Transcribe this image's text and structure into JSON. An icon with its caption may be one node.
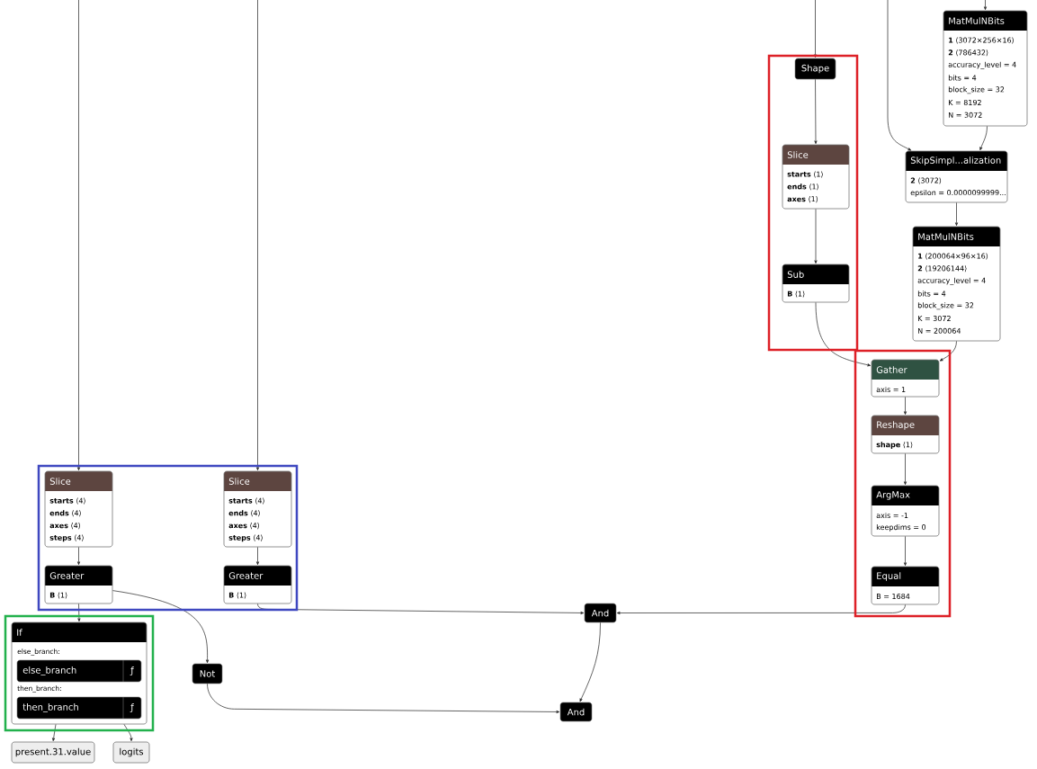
{
  "diagram": {
    "nodes": [
      {
        "text": [
          "MatMulNBits",
          "**1** ⟨3072×256×16⟩",
          "**2** ⟨786432⟩",
          "accuracy_level = 4",
          "bits = 4",
          "block_size = 32",
          "K = 8192",
          "N = 3072"
        ]
      },
      {
        "text": [
          "Shape"
        ]
      },
      {
        "text": [
          "Slice",
          "**starts** ⟨1⟩",
          "**ends** ⟨1⟩",
          "**axes** ⟨1⟩"
        ]
      },
      {
        "text": [
          "SkipSimpl...alization",
          "**2** ⟨3072⟩",
          "epsilon = 0.0000099999..."
        ]
      },
      {
        "text": [
          "MatMulNBits",
          "**1** ⟨200064×96×16⟩",
          "**2** ⟨19206144⟩",
          "accuracy_level = 4",
          "bits = 4",
          "block_size = 32",
          "K = 3072",
          "N = 200064"
        ]
      },
      {
        "text": [
          "Sub",
          "**B** ⟨1⟩"
        ]
      },
      {
        "text": [
          "Gather",
          "axis = 1"
        ]
      },
      {
        "text": [
          "Reshape",
          "**shape** ⟨1⟩"
        ]
      },
      {
        "text": [
          "ArgMax",
          "axis = -1",
          "keepdims = 0"
        ]
      },
      {
        "text": [
          "Slice",
          "**starts** ⟨4⟩",
          "**ends** ⟨4⟩",
          "**axes** ⟨4⟩",
          "**steps** ⟨4⟩"
        ]
      },
      {
        "text": [
          "Slice",
          "**starts** ⟨4⟩",
          "**ends** ⟨4⟩",
          "**axes** ⟨4⟩",
          "**steps** ⟨4⟩"
        ]
      },
      {
        "text": [
          "Greater",
          "**B** ⟨1⟩"
        ]
      },
      {
        "text": [
          "Greater",
          "**B** ⟨1⟩"
        ]
      },
      {
        "text": [
          "Equal",
          "B = 1684"
        ]
      },
      {
        "text": [
          "And"
        ]
      },
      {
        "text": [
          "If",
          "else_branch:",
          "then_branch:"
        ]
      },
      {
        "text": [
          "else_branch",
          "ƒ"
        ],
        "in": 15
      },
      {
        "text": [
          "then_branch",
          "ƒ"
        ],
        "in": 15
      },
      {
        "text": [
          "Not"
        ]
      },
      {
        "text": [
          "And"
        ]
      },
      {
        "text": [
          "present.31.value"
        ]
      },
      {
        "text": [
          "logits"
        ]
      }
    ],
    "edges": [
      {
        "from": null,
        "to": 0,
        "arrow": "to"
      },
      {
        "from": null,
        "to": 1,
        "arrow": "to"
      },
      {
        "from": null,
        "to": 3,
        "arrow": "to"
      },
      {
        "from": null,
        "to": 9,
        "arrow": "to"
      },
      {
        "from": null,
        "to": 10,
        "arrow": "to"
      },
      {
        "from": 0,
        "to": 3,
        "arrow": "to"
      },
      {
        "from": 1,
        "to": 2,
        "arrow": "to"
      },
      {
        "from": 2,
        "to": 5,
        "arrow": "to"
      },
      {
        "from": 3,
        "to": 4,
        "arrow": "to"
      },
      {
        "from": 5,
        "to": 6,
        "arrow": "to"
      },
      {
        "from": 4,
        "to": 6,
        "arrow": "to"
      },
      {
        "from": 6,
        "to": 7,
        "arrow": "to"
      },
      {
        "from": 7,
        "to": 8,
        "arrow": "to"
      },
      {
        "from": 8,
        "to": 13,
        "arrow": "to"
      },
      {
        "from": 9,
        "to": 11,
        "arrow": "to"
      },
      {
        "from": 10,
        "to": 12,
        "arrow": "to"
      },
      {
        "from": 11,
        "to": 15,
        "arrow": "to"
      },
      {
        "from": 11,
        "to": 18,
        "arrow": "to"
      },
      {
        "from": 12,
        "to": 14,
        "arrow": "to"
      },
      {
        "from": 13,
        "to": 14,
        "arrow": "to"
      },
      {
        "from": 14,
        "to": 19,
        "arrow": "to"
      },
      {
        "from": 18,
        "to": 19,
        "arrow": "to"
      },
      {
        "from": 15,
        "to": 20,
        "arrow": "to"
      },
      {
        "from": 15,
        "to": 21,
        "arrow": "to"
      }
    ]
  }
}
